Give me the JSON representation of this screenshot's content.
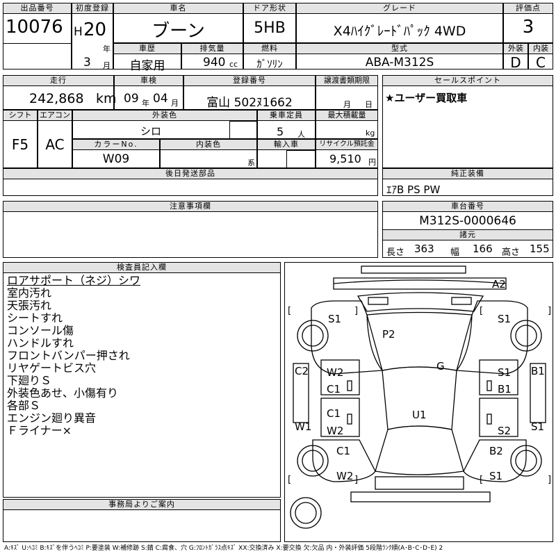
{
  "header": {
    "lot_no_label": "出品番号",
    "lot_no": "10076",
    "first_reg_label": "初度登録",
    "era": "H",
    "year": "20",
    "year_unit": "年",
    "month": "3",
    "month_unit": "月",
    "car_name_label": "車名",
    "car_name": "ブーン",
    "door_label": "ドア形状",
    "door": "5HB",
    "grade_label": "グレード",
    "grade": "X4ﾊｲｸﾞﾚｰﾄﾞﾊﾟｯｸ 4WD",
    "score_label": "評価点",
    "score": "3",
    "history_label": "車歴",
    "history": "自家用",
    "displacement_label": "排気量",
    "displacement": "940",
    "displacement_unit": "cc",
    "fuel_label": "燃料",
    "fuel": "ｶﾞｿﾘﾝ",
    "model_label": "型式",
    "model": "ABA-M312S",
    "exterior_label": "外装",
    "exterior": "D",
    "interior_label": "内装",
    "interior": "C"
  },
  "row2": {
    "mileage_label": "走行",
    "mileage": "242,868",
    "mileage_unit": "km",
    "inspection_label": "車検",
    "insp_year": "09",
    "insp_year_unit": "年",
    "insp_month": "04",
    "insp_month_unit": "月",
    "plate_label": "登録番号",
    "plate": "富山 502ﾇ1662",
    "transfer_label": "譲渡書類期限",
    "transfer_month_unit": "月",
    "transfer_day_unit": "日",
    "shift_label": "シフト",
    "shift": "F5",
    "ac_label": "エアコン",
    "ac": "AC",
    "color_label": "外装色",
    "color": "シロ",
    "capacity_label": "乗車定員",
    "capacity": "5",
    "capacity_unit": "人",
    "load_label": "最大積載量",
    "load_unit": "kg",
    "color_no_label": "カラーNo.",
    "color_no": "W09",
    "int_color_label": "内装色",
    "int_color_unit": "系",
    "import_label": "輸入車",
    "recycle_label": "リサイクル預託金",
    "recycle": "9,510",
    "recycle_unit": "円",
    "later_parts_label": "後日発送部品"
  },
  "sales_point": {
    "label": "セールスポイント",
    "text": "★ユーザー買取車"
  },
  "equipment": {
    "label": "純正装備",
    "text": "ｴｱB PS PW"
  },
  "caution": {
    "label": "注意事項欄"
  },
  "chassis": {
    "label": "車台番号",
    "number": "M312S-0000646",
    "spec_label": "諸元",
    "length_label": "長さ",
    "length": "363",
    "width_label": "幅",
    "width": "166",
    "height_label": "高さ",
    "height": "155"
  },
  "inspector": {
    "label": "検査員記入欄",
    "lines": [
      "ロアサポート（ネジ）シワ",
      "室内汚れ",
      "天張汚れ",
      "シートすれ",
      "コンソール傷",
      "ハンドルすれ",
      "フロントバンパー押され",
      "リヤゲートビス穴",
      "下廻りＳ",
      "外装色あせ、小傷有り",
      "各部Ｓ",
      "エンジン廻り異音",
      "Ｆライナー×"
    ]
  },
  "office": {
    "label": "事務局よりご案内"
  },
  "diagram_labels": [
    "A2",
    "S1",
    "S1",
    "P2",
    "G",
    "C2",
    "W2",
    "S1",
    "B1",
    "C1",
    "B1",
    "C1",
    "U1",
    "W1",
    "W2",
    "S2",
    "S1",
    "C1",
    "B2",
    "W2",
    "S1"
  ],
  "brackets": [
    "[",
    "]",
    "[",
    "]",
    "[",
    "]",
    "[",
    "]"
  ],
  "legend": "A:ｷｽﾞ U:ﾍｺﾐ B:ｷｽﾞを伴うﾍｺﾐ P:要塗装 W:補修跡 S:錆 C:腐食、穴 G:ﾌﾛﾝﾄｶﾞﾗｽ点ｷｽﾞ XX:交換済み X:要交換 欠:欠品 内・外装評価 5段階ﾗﾝｸ順(A･B･C･D･E) 2"
}
